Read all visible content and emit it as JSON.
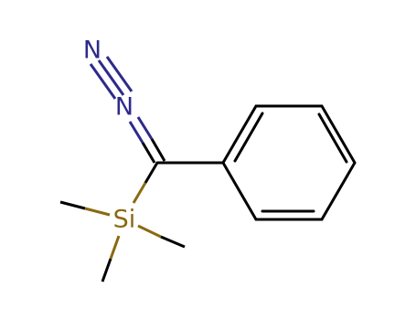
{
  "molecule": {
    "atoms": {
      "n_terminal": {
        "label": "N",
        "color": "#2e2a8a"
      },
      "n_inner": {
        "label": "N",
        "color": "#2e2a8a"
      },
      "si": {
        "label": "Si",
        "color": "#8a6a10"
      }
    },
    "bond_color": "#000000"
  }
}
